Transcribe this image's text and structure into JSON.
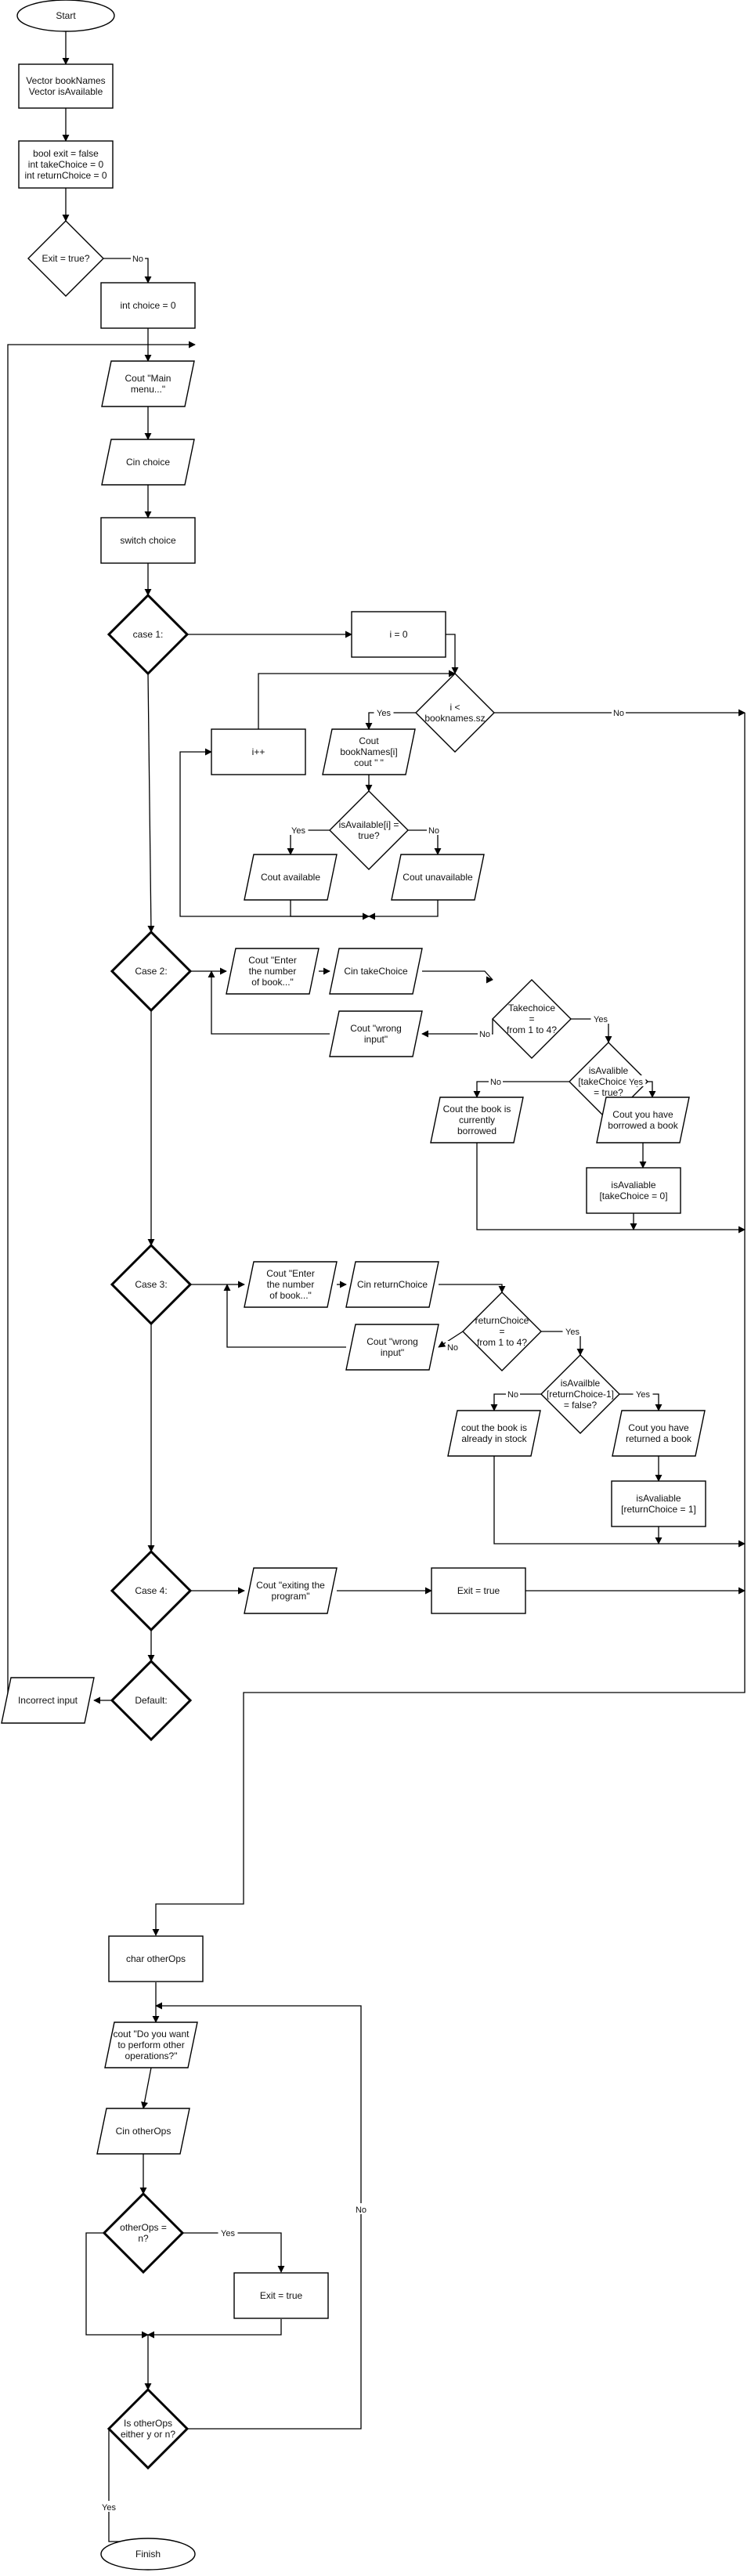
{
  "nodes": [
    {
      "id": "start",
      "lines": [
        "Start"
      ]
    },
    {
      "id": "vectors",
      "lines": [
        "Vector bookNames",
        "Vector isAvailable"
      ]
    },
    {
      "id": "init",
      "lines": [
        "bool exit = false",
        "int takeChoice = 0",
        "int returnChoice = 0"
      ]
    },
    {
      "id": "exit_check",
      "lines": [
        "Exit = true?"
      ]
    },
    {
      "id": "int_choice",
      "lines": [
        "int choice = 0"
      ]
    },
    {
      "id": "cout_menu",
      "lines": [
        "Cout \"Main",
        "menu...\""
      ]
    },
    {
      "id": "cin_choice",
      "lines": [
        "Cin choice"
      ]
    },
    {
      "id": "switch",
      "lines": [
        "switch choice"
      ]
    },
    {
      "id": "case1",
      "lines": [
        "case 1:"
      ]
    },
    {
      "id": "i0",
      "lines": [
        "i = 0"
      ]
    },
    {
      "id": "loop_check",
      "lines": [
        "i <",
        "booknames.sz"
      ]
    },
    {
      "id": "iinc",
      "lines": [
        "i++"
      ]
    },
    {
      "id": "cout_book",
      "lines": [
        "Cout",
        "bookNames[i]",
        "cout \" \""
      ]
    },
    {
      "id": "avail_check",
      "lines": [
        "isAvailable[i] =",
        "true?"
      ]
    },
    {
      "id": "cout_avail",
      "lines": [
        "Cout available"
      ]
    },
    {
      "id": "cout_unavail",
      "lines": [
        "Cout unavailable"
      ]
    },
    {
      "id": "case2",
      "lines": [
        "Case 2:"
      ]
    },
    {
      "id": "cout_enter2",
      "lines": [
        "Cout \"Enter",
        "the number",
        "of book...\""
      ]
    },
    {
      "id": "cin_take",
      "lines": [
        "Cin takeChoice"
      ]
    },
    {
      "id": "take_check",
      "lines": [
        "Takechoice",
        "=",
        "from 1 to 4?"
      ]
    },
    {
      "id": "wrong2",
      "lines": [
        "Cout \"wrong",
        "input\""
      ]
    },
    {
      "id": "avail2",
      "lines": [
        "isAvalible",
        "[takeChoice-1]",
        "= true?"
      ]
    },
    {
      "id": "borrowed_msg",
      "lines": [
        "Cout the book is",
        "currently",
        "borrowed"
      ]
    },
    {
      "id": "you_borrowed",
      "lines": [
        "Cout you have",
        "borrowed a book"
      ]
    },
    {
      "id": "set_avail0",
      "lines": [
        "isAvaliable",
        "[takeChoice = 0]"
      ]
    },
    {
      "id": "case3",
      "lines": [
        "Case 3:"
      ]
    },
    {
      "id": "cout_enter3",
      "lines": [
        "Cout \"Enter",
        "the number",
        "of book...\""
      ]
    },
    {
      "id": "cin_return",
      "lines": [
        "Cin returnChoice"
      ]
    },
    {
      "id": "return_check",
      "lines": [
        "returnChoice",
        "=",
        "from 1 to 4?"
      ]
    },
    {
      "id": "wrong3",
      "lines": [
        "Cout \"wrong",
        "input\""
      ]
    },
    {
      "id": "avail3",
      "lines": [
        "isAvailble",
        "[returnChoice-1]",
        "= false?"
      ]
    },
    {
      "id": "in_stock",
      "lines": [
        "cout the book is",
        "already in stock"
      ]
    },
    {
      "id": "you_returned",
      "lines": [
        "Cout you have",
        "returned a book"
      ]
    },
    {
      "id": "set_avail1",
      "lines": [
        "isAvaliable",
        "[returnChoice = 1]"
      ]
    },
    {
      "id": "case4",
      "lines": [
        "Case 4:"
      ]
    },
    {
      "id": "cout_exiting",
      "lines": [
        "Cout \"exiting the",
        "program\""
      ]
    },
    {
      "id": "exit_true",
      "lines": [
        "Exit = true"
      ]
    },
    {
      "id": "default",
      "lines": [
        "Default:"
      ]
    },
    {
      "id": "incorrect",
      "lines": [
        "Incorrect input"
      ]
    },
    {
      "id": "char_other",
      "lines": [
        "char otherOps"
      ]
    },
    {
      "id": "cout_other",
      "lines": [
        "cout \"Do you want",
        "to perform other",
        "operations?\""
      ]
    },
    {
      "id": "cin_other",
      "lines": [
        "Cin otherOps"
      ]
    },
    {
      "id": "other_n",
      "lines": [
        "otherOps =",
        "n?"
      ]
    },
    {
      "id": "exit_true2",
      "lines": [
        "Exit = true"
      ]
    },
    {
      "id": "other_yn",
      "lines": [
        "Is otherOps",
        "either y or n?"
      ]
    },
    {
      "id": "finish",
      "lines": [
        "Finish"
      ]
    }
  ],
  "edge_labels": [
    {
      "id": "no_exit",
      "text": "No"
    },
    {
      "id": "yes_loop",
      "text": "Yes"
    },
    {
      "id": "no_loop",
      "text": "No"
    },
    {
      "id": "yes_avail",
      "text": "Yes"
    },
    {
      "id": "no_avail",
      "text": "No"
    },
    {
      "id": "yes_take",
      "text": "Yes"
    },
    {
      "id": "no_take",
      "text": "No"
    },
    {
      "id": "no_avail2",
      "text": "No"
    },
    {
      "id": "yes_avail2",
      "text": "Yes"
    },
    {
      "id": "yes_return",
      "text": "Yes"
    },
    {
      "id": "no_return",
      "text": "No"
    },
    {
      "id": "no_avail3",
      "text": "No"
    },
    {
      "id": "yes_avail3",
      "text": "Yes"
    },
    {
      "id": "yes_other_n",
      "text": "Yes"
    },
    {
      "id": "no_other_yn",
      "text": "No"
    },
    {
      "id": "yes_other_yn",
      "text": "Yes"
    }
  ]
}
